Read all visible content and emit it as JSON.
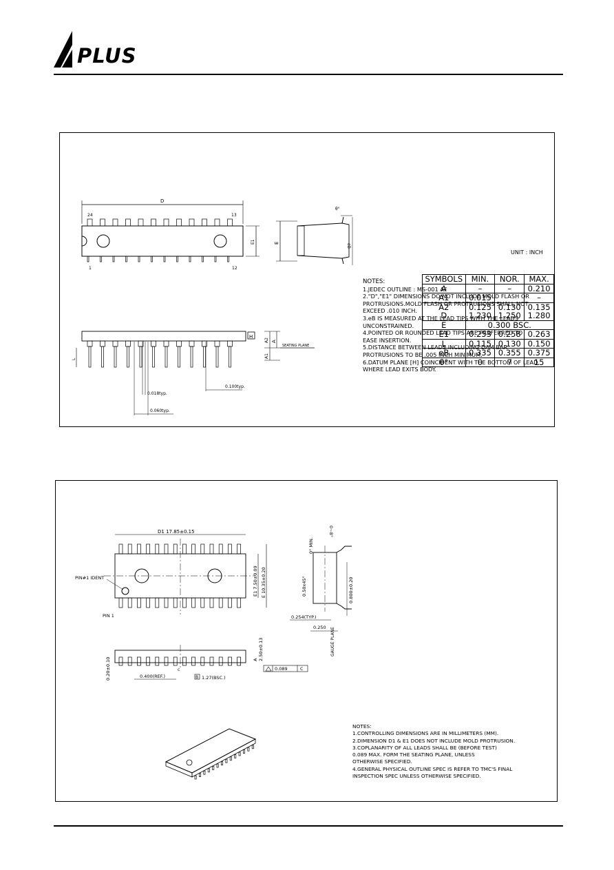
{
  "logo": {
    "text": "PLUS"
  },
  "pdip": {
    "table": {
      "headers": [
        "SYMBOLS",
        "MIN.",
        "NOR.",
        "MAX."
      ],
      "rows": [
        {
          "sym": "A",
          "min": "–",
          "nor": "–",
          "max": "0.210"
        },
        {
          "sym": "A1",
          "min": "0.015",
          "nor": "",
          "max": "–"
        },
        {
          "sym": "A2\nD",
          "min": "0.125\n1.230",
          "nor": "0.130\n1.250",
          "max": "0.135\n1.280"
        },
        {
          "sym": "E",
          "span": "0.300 BSC."
        },
        {
          "sym": "E1",
          "min": "0.253",
          "nor": "0.258",
          "max": "0.263"
        },
        {
          "sym": "L",
          "min": "0.115",
          "nor": "0.130",
          "max": "0.150"
        },
        {
          "sym": "eB",
          "min": "0.335",
          "nor": "0.355",
          "max": "0.375"
        },
        {
          "sym": "θ°",
          "min": "0",
          "nor": "7",
          "max": "15"
        }
      ]
    },
    "unit": "UNIT : INCH",
    "notes_title": "NOTES:",
    "notes": [
      "1.JEDEC OUTLINE : MS-001 AF",
      "2.\"D\",\"E1\" DIMENSIONS DO NOT INCLUDE MOLD FLASH OR",
      "   PROTRUSIONS.MOLD FLASH OR PROTRUSIONS SHALL NOT",
      "   EXCEED .010 INCH.",
      "3.eB IS MEASURED AT THE LEAD TIPS WITH THE LEADS",
      "   UNCONSTRAINED.",
      "4.POINTED OR ROUNDED LEAD TIPS ARE PREFERRED TO",
      "   EASE INSERTION.",
      "5.DISTANCE BETWEEN LEADS INCLUDING DAM BAR",
      "   PROTRUSIONS TO BE .005 INCH MINIMUM.",
      "6.DATUM PLANE [H] COINCIDENT WITH THE BOTTOM OF LEAD,",
      "   WHERE LEAD EXITS BODY."
    ],
    "labels": {
      "d": "D",
      "pin24": "24",
      "pin13": "13",
      "pin1": "1",
      "pin12": "12",
      "e1": "E1",
      "e": "E",
      "eb": "eB",
      "theta": "θ°",
      "a": "A",
      "a2": "A2",
      "a1": "A1",
      "l": "L",
      "h": "H",
      "seating": "SEATING PLANE",
      "lead018": "0.018typ.",
      "pitch": "0.100typ.",
      "lead060": "0.060typ."
    }
  },
  "sop": {
    "labels": {
      "d1": "D1  17.85±0.15",
      "pin1_ident": "PIN#1  IDENT",
      "pin1": "PIN  1",
      "e1": "E1  7.50±0.09",
      "e": "E  10.35±0.20",
      "angle": "0~8°",
      "min0": "0° MIN.",
      "chamfer": "0.50x45°",
      "lead_len": "0.800±0.20",
      "typ254": "0.254(TYP.)",
      "n250": "0.250",
      "gauge": "GAUGE PLANE",
      "a": "A",
      "height": "2.50±0.13",
      "standoff": "0.20±0.10",
      "ref": "0.400(REF.)",
      "bsc": "1.27(BSC.)",
      "flat": "0.089",
      "c": "C",
      "datum_b": "B",
      "c_small": "c"
    },
    "notes_title": "NOTES:",
    "notes": [
      "1.CONTROLLING DIMENSIONS ARE IN MILLIMETERS (MM).",
      "2.DIMENSION D1 & E1 DOES NOT INCLUDE MOLD PROTRUSION.",
      "3.COPLANARITY  OF ALL LEADS SHALL BE (BEFORE TEST)",
      "   0.089 MAX. FORM THE SEATING PLANE, UNLESS",
      "   OTHERWISE SPECIFIED.",
      "4.GENERAL PHYSICAL OUTLINE SPEC IS REFER TO  TMC'S FINAL",
      "   INSPECTION SPEC UNLESS OTHERWISE SPECIFIED."
    ]
  }
}
